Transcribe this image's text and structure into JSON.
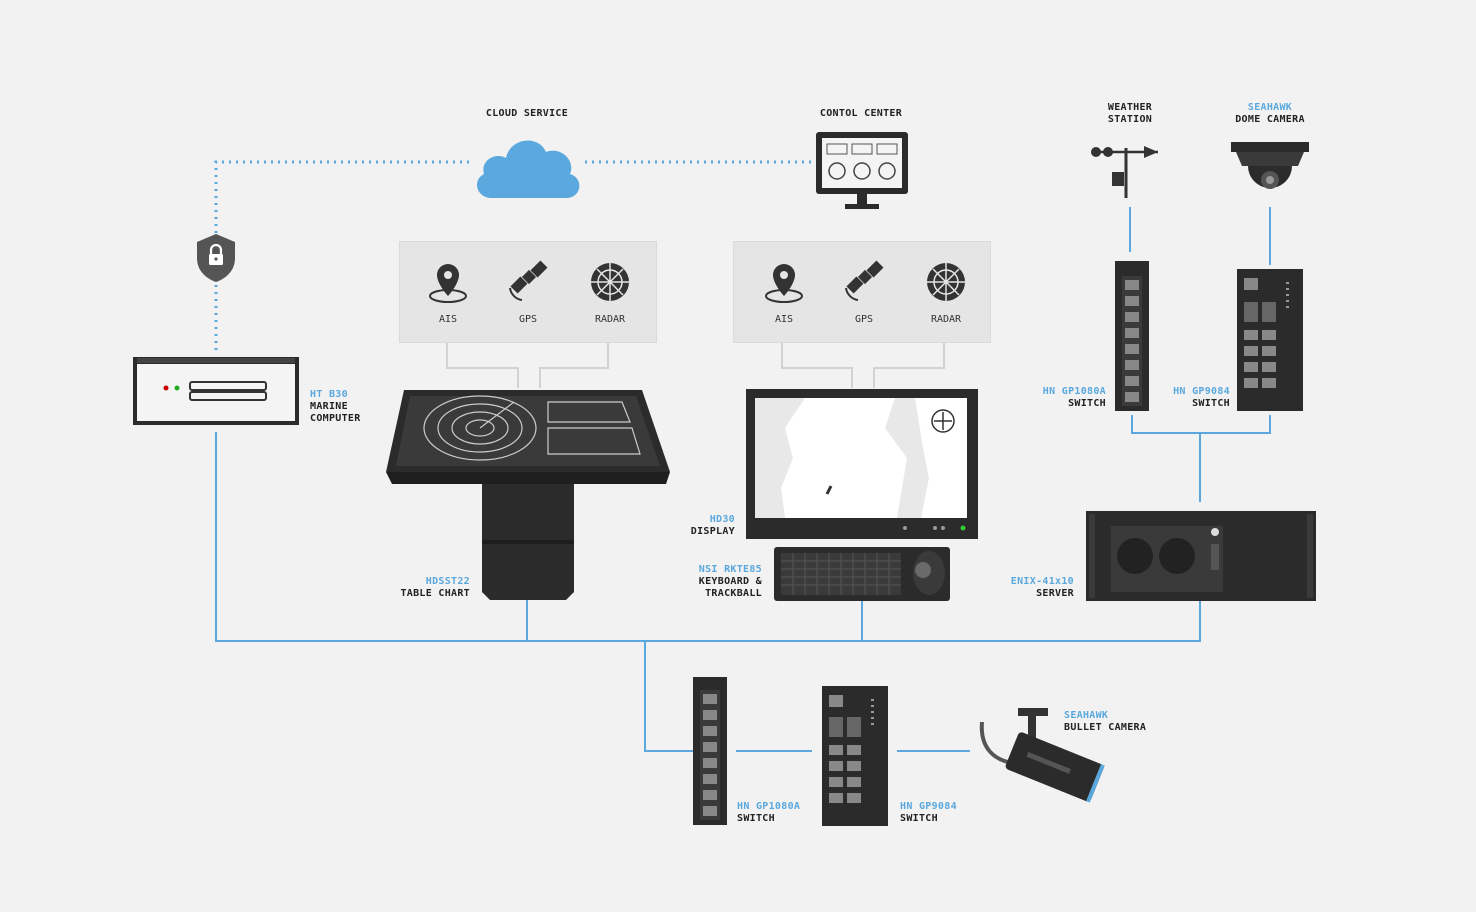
{
  "colors": {
    "link": "#5aa8de",
    "device": "#2b2b2b",
    "device_light": "#444",
    "cloud": "#5aa8de",
    "background": "#f2f2f2"
  },
  "nodes": {
    "cloud": {
      "name": "CLOUD SERVICE"
    },
    "control": {
      "name": "CONTOL CENTER"
    },
    "weather": {
      "name1": "WEATHER",
      "name2": "STATION"
    },
    "dome": {
      "model": "SEAHAWK",
      "name": "DOME CAMERA"
    },
    "marine": {
      "model": "HT B30",
      "name1": "MARINE",
      "name2": "COMPUTER"
    },
    "table": {
      "model": "HDSST22",
      "name": "TABLE CHART"
    },
    "display": {
      "model": "HD30",
      "name": "DISPLAY"
    },
    "keyboard": {
      "model": "NSI RKTE85",
      "name1": "KEYBOARD &",
      "name2": "TRACKBALL"
    },
    "sw_top1": {
      "model": "HN GP1080A",
      "name": "SWITCH"
    },
    "sw_top2": {
      "model": "HN GP9084",
      "name": "SWITCH"
    },
    "server": {
      "model": "ENIX-41x10",
      "name": "SERVER"
    },
    "sw_bot1": {
      "model": "HN GP1080A",
      "name": "SWITCH"
    },
    "sw_bot2": {
      "model": "HN GP9084",
      "name": "SWITCH"
    },
    "bullet": {
      "model": "SEAHAWK",
      "name": "BULLET CAMERA"
    }
  },
  "sensors": [
    "AIS",
    "GPS",
    "RADAR"
  ]
}
